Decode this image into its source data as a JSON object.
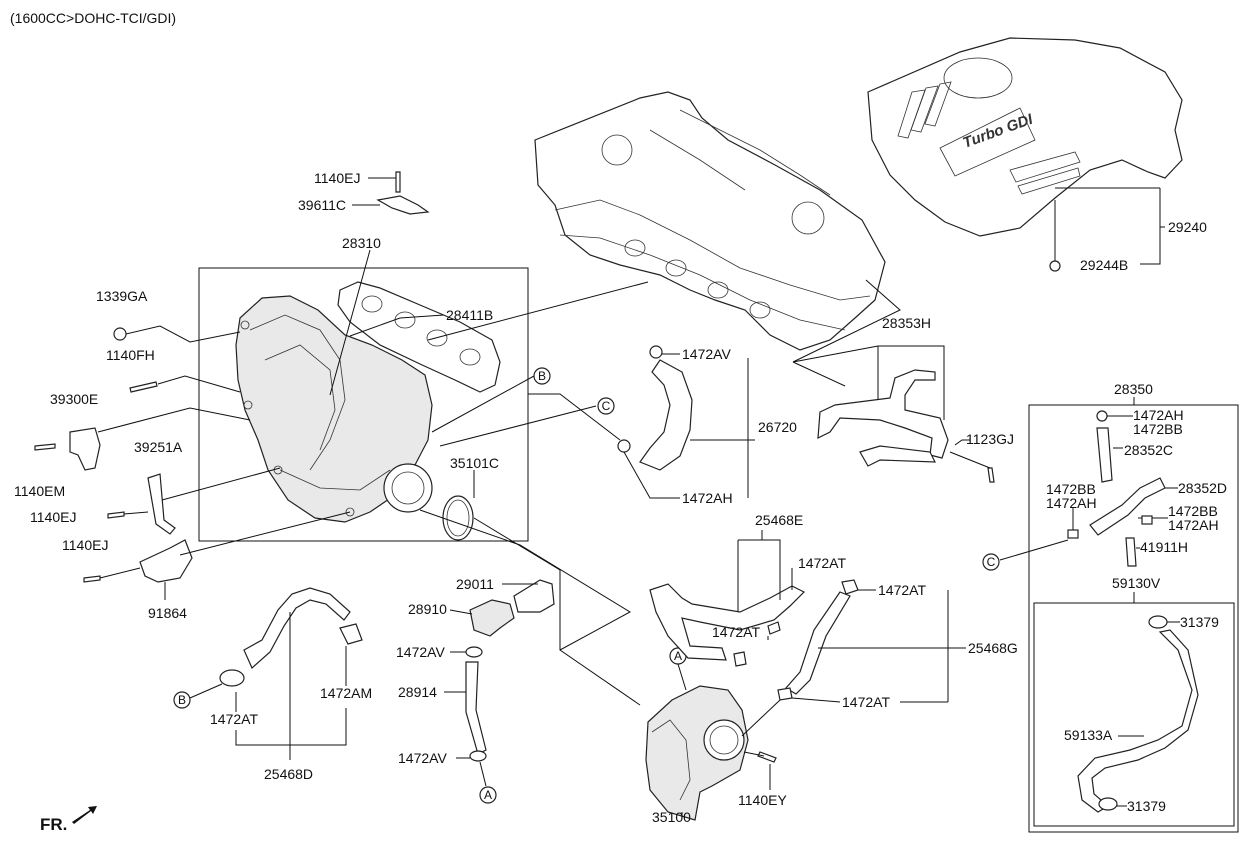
{
  "header": {
    "engine_spec": "(1600CC>DOHC-TCI/GDI)"
  },
  "footer": {
    "front_label": "FR."
  },
  "cover": {
    "text": "Turbo GDI"
  },
  "labels": {
    "l1140EJ_a": "1140EJ",
    "l39611C": "39611C",
    "l28310": "28310",
    "l1339GA": "1339GA",
    "l28411B": "28411B",
    "l1140FH": "1140FH",
    "l39300E": "39300E",
    "l1140EM": "1140EM",
    "l39251A": "39251A",
    "l1140EJ_b": "1140EJ",
    "l1140EJ_c": "1140EJ",
    "l91864": "91864",
    "l35101C": "35101C",
    "l1472AV_a": "1472AV",
    "l26720": "26720",
    "l1472AH_a": "1472AH",
    "l28353H": "28353H",
    "l1123GJ": "1123GJ",
    "l29240": "29240",
    "l29244B": "29244B",
    "l28350": "28350",
    "l1472AH_b": "1472AH",
    "l1472BB_a": "1472BB",
    "l28352C": "28352C",
    "l1472BB_b": "1472BB",
    "l1472AH_c": "1472AH",
    "l28352D": "28352D",
    "l1472BB_c": "1472BB",
    "l1472AH_d": "1472AH",
    "l41911H": "41911H",
    "l59130V": "59130V",
    "l31379_a": "31379",
    "l59133A": "59133A",
    "l31379_b": "31379",
    "l25468E": "25468E",
    "l1472AT_a": "1472AT",
    "l1472AT_b": "1472AT",
    "l1472AT_c": "1472AT",
    "l25468G": "25468G",
    "l1472AT_d": "1472AT",
    "l1140EY": "1140EY",
    "l35100": "35100",
    "l29011": "29011",
    "l28910": "28910",
    "l1472AV_b": "1472AV",
    "l28914": "28914",
    "l1472AV_c": "1472AV",
    "l1472AT_e": "1472AT",
    "l1472AM": "1472AM",
    "l25468D": "25468D"
  },
  "refs": {
    "B": "B",
    "C": "C",
    "A": "A"
  }
}
